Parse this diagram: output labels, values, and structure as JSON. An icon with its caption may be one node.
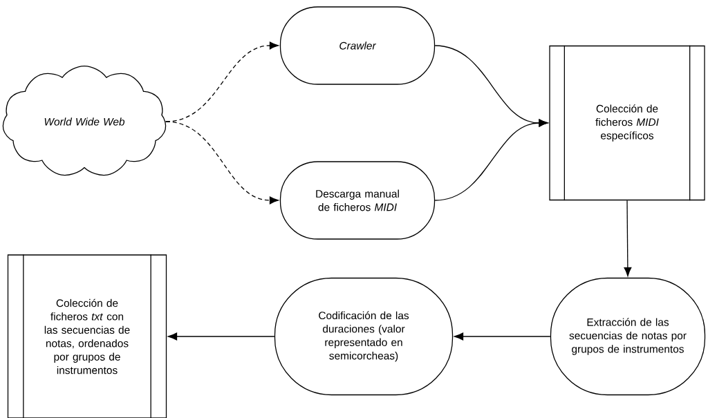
{
  "diagram": {
    "nodes": [
      {
        "text": [
          "World Wide Web"
        ]
      },
      {
        "text": [
          "Crawler"
        ]
      },
      {
        "text": [
          "Descarga manual de ficheros *MIDI*"
        ]
      },
      {
        "text": [
          "Colección de ficheros *MIDI* específicos"
        ]
      },
      {
        "text": [
          "Extracción de las secuencias de notas por grupos de instrumentos"
        ]
      },
      {
        "text": [
          "Codificación de las duraciones (valor representado en semicorcheas)"
        ]
      },
      {
        "text": [
          "Colección de ficheros *txt* con las secuencias de notas, ordenados por grupos de instrumentos"
        ]
      }
    ],
    "edges": [
      {
        "from": 0,
        "to": 1,
        "arrow": "to",
        "style": "dashed"
      },
      {
        "from": 0,
        "to": 2,
        "arrow": "to",
        "style": "dashed"
      },
      {
        "from": 1,
        "to": 3,
        "arrow": "to"
      },
      {
        "from": 2,
        "to": 3,
        "arrow": "to"
      },
      {
        "from": 3,
        "to": 4,
        "arrow": "to"
      },
      {
        "from": 4,
        "to": 5,
        "arrow": "to"
      },
      {
        "from": 5,
        "to": 6,
        "arrow": "to"
      }
    ]
  }
}
